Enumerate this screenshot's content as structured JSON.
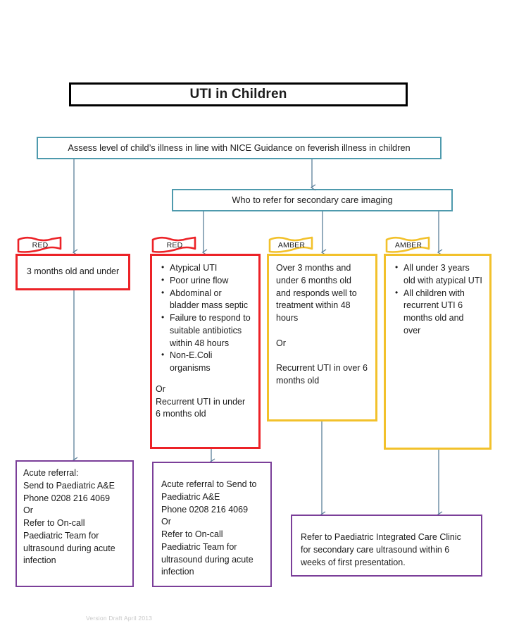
{
  "document": {
    "title": "UTI in Children",
    "footer_version": "Version Draft April 2013"
  },
  "colors": {
    "title_border": "#000000",
    "teal": "#4e9aad",
    "red": "#ec2227",
    "amber": "#f2c12b",
    "purple": "#7b3f99",
    "connector": "#5b7f99",
    "footer_text": "#c9c9c9"
  },
  "process": {
    "assess": "Assess level of child’s illness in line with NICE Guidance on feverish illness in children",
    "refer": "Who to refer for secondary care imaging"
  },
  "tabs": {
    "red": "RED",
    "amber": "AMBER"
  },
  "criteria": {
    "col1": {
      "tag": "RED",
      "text": "3 months old and under"
    },
    "col2": {
      "tag": "RED",
      "bullets": [
        "Atypical UTI",
        "Poor urine flow",
        "Abdominal or bladder mass septic",
        "Failure to respond to suitable antibiotics within 48 hours",
        "Non-E.Coli organisms"
      ],
      "footer": "Or\nRecurrent UTI in under 6 months old"
    },
    "col3": {
      "tag": "AMBER",
      "text": "Over 3 months and under 6 months old and responds well to treatment within 48 hours\n\nOr\n\nRecurrent UTI in over 6 months old"
    },
    "col4": {
      "tag": "AMBER",
      "bullets": [
        "All under 3 years old with atypical UTI",
        "All children with recurrent UTI 6 months old and over"
      ]
    }
  },
  "outcomes": {
    "out1": "Acute referral:\nSend to Paediatric A&E\nPhone 0208 216 4069\nOr\nRefer to On-call Paediatric Team for ultrasound during acute infection",
    "out2": "Acute referral to Send to Paediatric A&E\nPhone 0208 216 4069\nOr\nRefer to On-call Paediatric Team for ultrasound during acute infection",
    "out3": "Refer to Paediatric Integrated Care Clinic for secondary care ultrasound within 6 weeks of first presentation."
  }
}
